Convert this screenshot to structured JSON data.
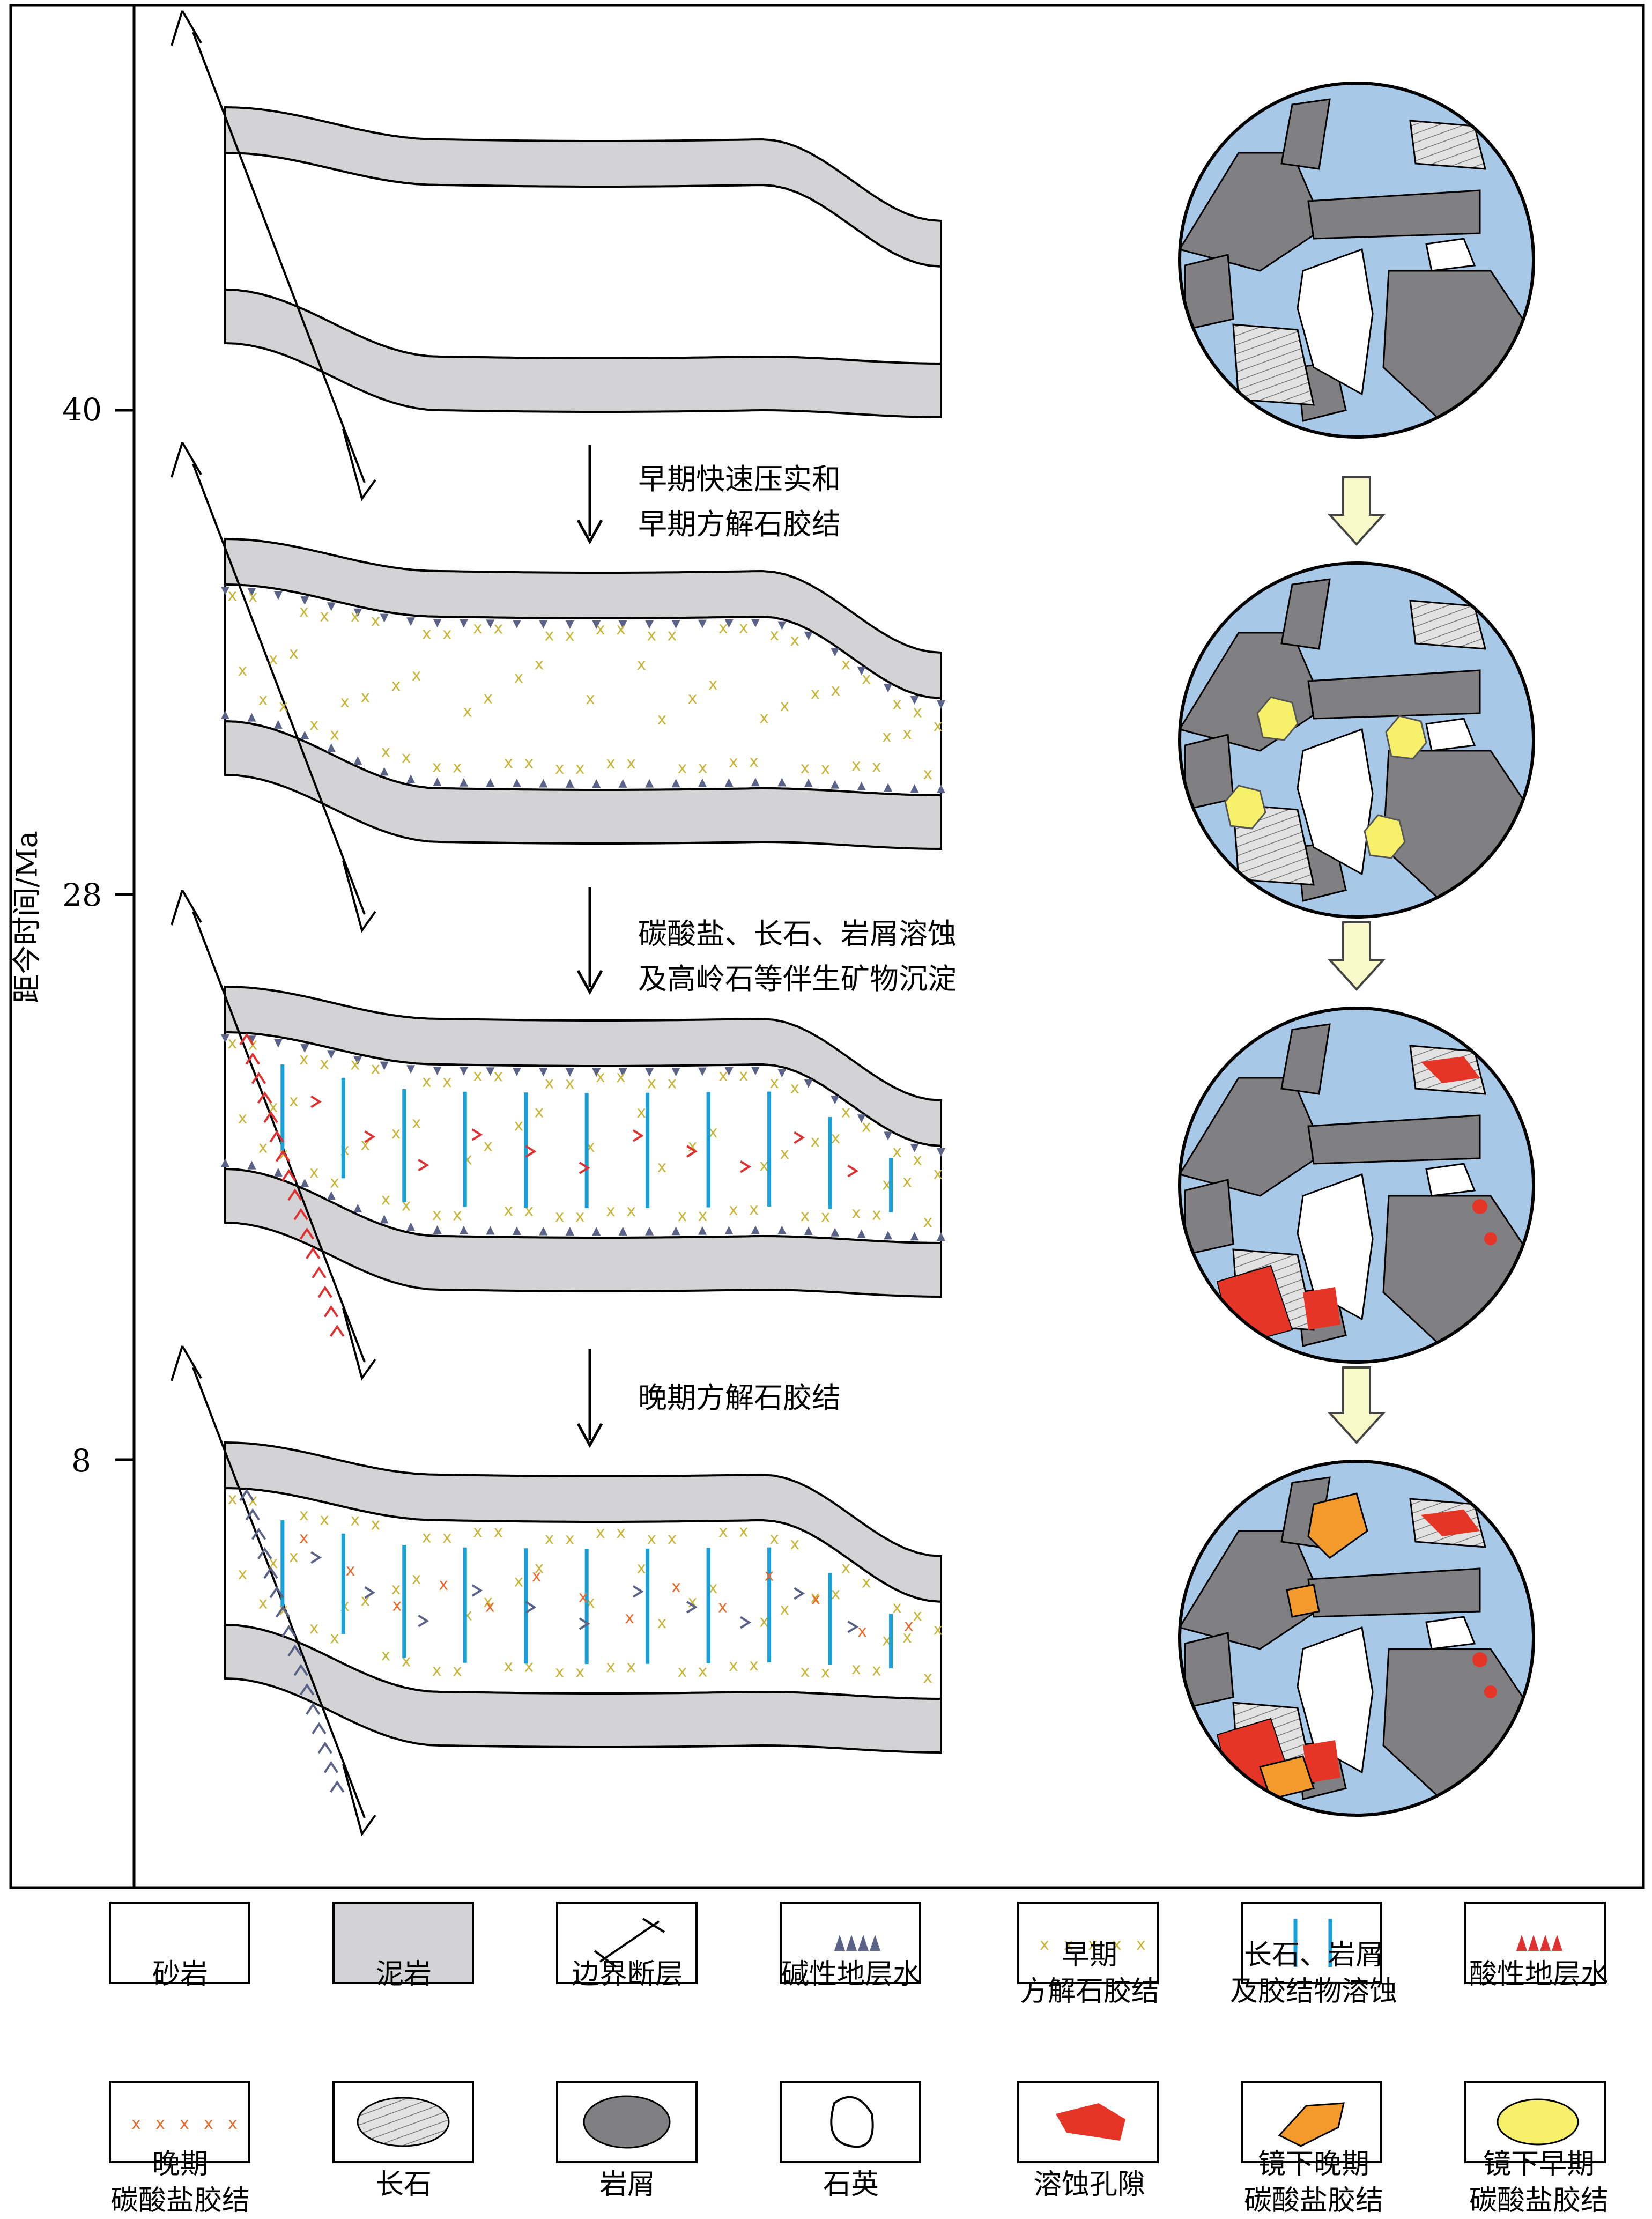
{
  "axis": {
    "title": "距今时间/Ma",
    "ticks": [
      "40",
      "28",
      "8"
    ]
  },
  "processes": [
    {
      "lines": [
        "早期快速压实和",
        "早期方解石胶结"
      ]
    },
    {
      "lines": [
        "碳酸盐、长石、岩屑溶蚀",
        "及高岭石等伴生矿物沉淀"
      ]
    },
    {
      "lines": [
        "晚期方解石胶结"
      ]
    }
  ],
  "legend": [
    {
      "key": "sandstone",
      "lines": [
        "砂岩"
      ]
    },
    {
      "key": "mudstone",
      "lines": [
        "泥岩"
      ]
    },
    {
      "key": "boundary-fault",
      "lines": [
        "边界断层"
      ]
    },
    {
      "key": "alkaline-water",
      "lines": [
        "碱性地层水"
      ]
    },
    {
      "key": "early-calcite",
      "lines": [
        "早期",
        "方解石胶结"
      ]
    },
    {
      "key": "dissolution",
      "lines": [
        "长石、岩屑",
        "及胶结物溶蚀"
      ]
    },
    {
      "key": "acidic-water",
      "lines": [
        "酸性地层水"
      ]
    },
    {
      "key": "late-carbonate",
      "lines": [
        "晚期",
        "碳酸盐胶结"
      ]
    },
    {
      "key": "feldspar",
      "lines": [
        "长石"
      ]
    },
    {
      "key": "lithic",
      "lines": [
        "岩屑"
      ]
    },
    {
      "key": "quartz",
      "lines": [
        "石英"
      ]
    },
    {
      "key": "pore",
      "lines": [
        "溶蚀孔隙"
      ]
    },
    {
      "key": "micro-late",
      "lines": [
        "镜下晚期",
        "碳酸盐胶结"
      ]
    },
    {
      "key": "micro-early",
      "lines": [
        "镜下早期",
        "碳酸盐胶结"
      ]
    }
  ],
  "colors": {
    "mudstone": "#d3d2d4",
    "pore_water": "#a8c8e8",
    "lithic": "#808083",
    "early_calcite_mark": "#c9b43a",
    "late_carbonate_mark": "#e8692a",
    "alkaline_arrow": "#5a6288",
    "acidic_arrow": "#e03030",
    "dissolution_line": "#1aa0d8",
    "pore_red": "#e43527",
    "micro_late": "#f39a2c",
    "micro_early": "#f6f06a",
    "down_arrow_fill": "#f8f8c8"
  }
}
